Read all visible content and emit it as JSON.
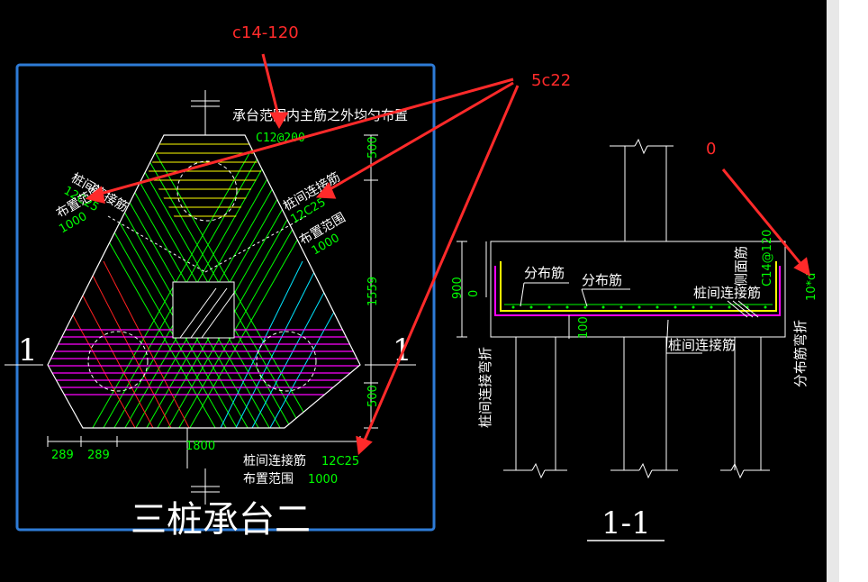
{
  "colors": {
    "background": "#000000",
    "line": "#ffffff",
    "green": "#00ff00",
    "yellow": "#ffff00",
    "magenta": "#ff00ff",
    "cyan": "#00ffff",
    "red": "#ff0000",
    "annotation": "#ff2a2a",
    "selection": "#2e7bd6"
  },
  "annotations": {
    "c14": "c14-120",
    "c5": "5c22",
    "zero": "0"
  },
  "plan": {
    "top_note": "承台范围内主筋之外均匀布置",
    "top_spacing": "C12@200",
    "left_label1": "桩间连接筋",
    "left_label2": "12C25",
    "left_label3": "布置范围",
    "left_label4": "1000",
    "right_label1": "桩间连接筋",
    "right_label2": "12C25",
    "right_label3": "布置范围",
    "right_label4": "1000",
    "dim_500_top": "500",
    "dim_1559": "1559",
    "dim_500_bot": "500",
    "dim_289a": "289",
    "dim_289b": "289",
    "dim_1800": "1800",
    "bottom_label1": "桩间连接筋",
    "bottom_label1_value": "12C25",
    "bottom_label2": "布置范围",
    "bottom_label2_value": "1000",
    "section_mark_left": "1",
    "section_mark_right": "1",
    "title": "三桩承台二"
  },
  "section": {
    "dist1": "分布筋",
    "dist2": "分布筋",
    "side_bar": "侧面筋",
    "side_spacing": "C14@120",
    "connect1": "桩间连接筋",
    "connect2": "桩间连接筋",
    "dim_900": "900",
    "dim_0": "0",
    "dim_100": "100",
    "left_vertical": "桩间连接弯折",
    "right_vertical": "分布筋弯折",
    "right_dim": "10*d",
    "title": "1-1"
  }
}
